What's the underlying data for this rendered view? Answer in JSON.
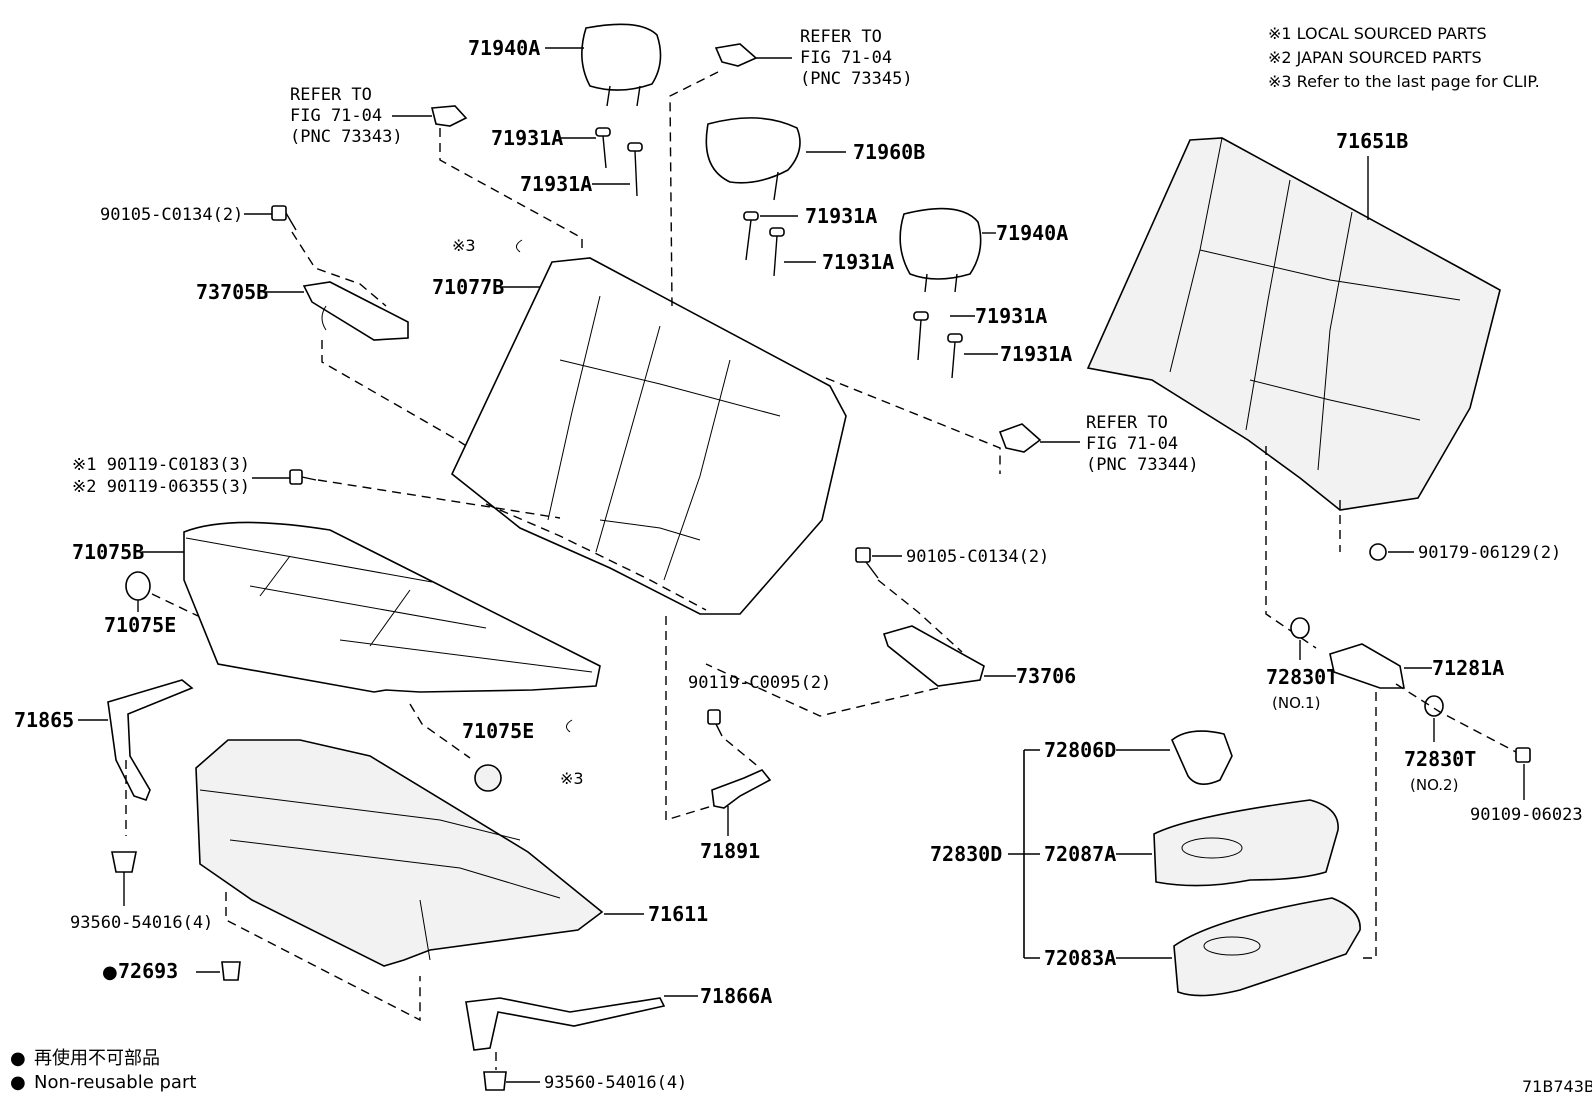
{
  "notes": {
    "n1": "※1  LOCAL SOURCED PARTS",
    "n2": "※2  JAPAN SOURCED PARTS",
    "n3": "※3  Refer to the last page for CLIP."
  },
  "legend": {
    "jp": "再使用不可部品",
    "en": "Non-reusable part",
    "bullet": "●"
  },
  "figure_id": "71B743B",
  "refs": {
    "r73343": {
      "l1": "REFER TO",
      "l2": "FIG 71-04",
      "l3": "(PNC 73343)"
    },
    "r73345": {
      "l1": "REFER TO",
      "l2": "FIG 71-04",
      "l3": "(PNC 73345)"
    },
    "r73344": {
      "l1": "REFER TO",
      "l2": "FIG 71-04",
      "l3": "(PNC 73344)"
    }
  },
  "labels": {
    "p71940A_top": "71940A",
    "p71931A_1": "71931A",
    "p71931A_2": "71931A",
    "p71960B": "71960B",
    "p71931A_3": "71931A",
    "p71931A_4": "71931A",
    "p71940A_right": "71940A",
    "p71931A_5": "71931A",
    "p71931A_6": "71931A",
    "p71651B": "71651B",
    "p90105_left": "90105-C0134(2)",
    "clip3_top": "※3",
    "p73705B": "73705B",
    "p71077B": "71077B",
    "p90119_0183": "※1 90119-C0183(3)",
    "p90119_06355": "※2 90119-06355(3)",
    "p71075B": "71075B",
    "p71075E_left": "71075E",
    "p71865": "71865",
    "p71075E_mid": "71075E",
    "clip3_mid": "※3",
    "p93560_left": "93560-54016(4)",
    "p72693": "72693",
    "p71611": "71611",
    "p71866A": "71866A",
    "p93560_bottom": "93560-54016(4)",
    "p90105_right": "90105-C0134(2)",
    "p90119_0095": "90119-C0095(2)",
    "p73706": "73706",
    "p71891": "71891",
    "p90179": "90179-06129(2)",
    "p72830T_1": "72830T",
    "p72830T_1_sub": "(NO.1)",
    "p71281A": "71281A",
    "p72830T_2": "72830T",
    "p72830T_2_sub": "(NO.2)",
    "p90109": "90109-06023",
    "p72806D": "72806D",
    "p72830D": "72830D",
    "p72087A": "72087A",
    "p72083A": "72083A"
  }
}
